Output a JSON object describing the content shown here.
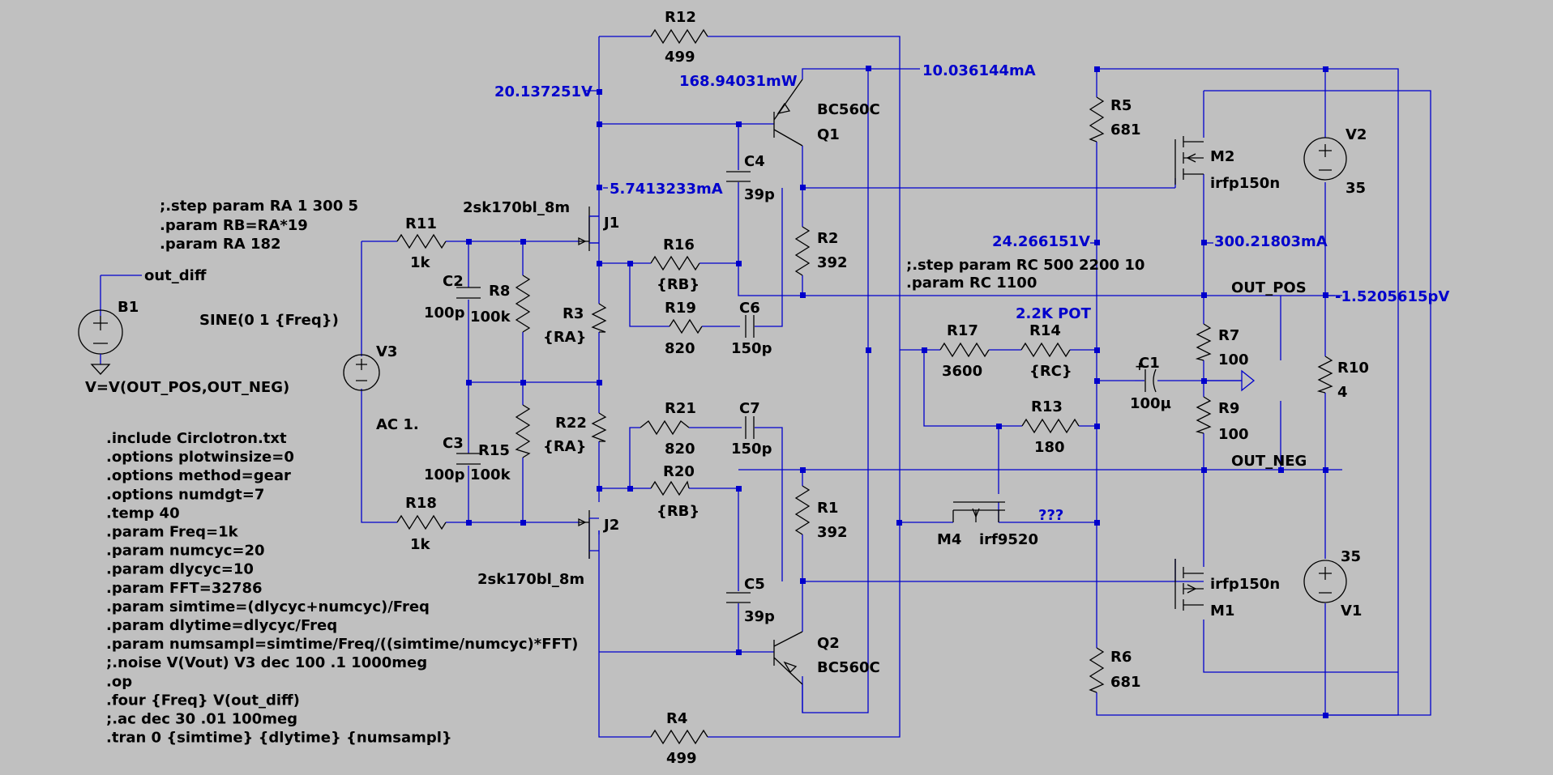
{
  "colors": {
    "background": "#c0c0c0",
    "wire": "#0000cc",
    "component": "#000000",
    "annotation": "#0000cc"
  },
  "resistors": {
    "R12": {
      "name": "R12",
      "value": "499"
    },
    "R4": {
      "name": "R4",
      "value": "499"
    },
    "R11": {
      "name": "R11",
      "value": "1k"
    },
    "R18": {
      "name": "R18",
      "value": "1k"
    },
    "R8": {
      "name": "R8",
      "value": "100k"
    },
    "R15": {
      "name": "R15",
      "value": "100k"
    },
    "R3": {
      "name": "R3",
      "value": "{RA}"
    },
    "R22": {
      "name": "R22",
      "value": "{RA}"
    },
    "R16": {
      "name": "R16",
      "value": "{RB}"
    },
    "R20": {
      "name": "R20",
      "value": "{RB}"
    },
    "R19": {
      "name": "R19",
      "value": "820"
    },
    "R21": {
      "name": "R21",
      "value": "820"
    },
    "R2": {
      "name": "R2",
      "value": "392"
    },
    "R1": {
      "name": "R1",
      "value": "392"
    },
    "R5": {
      "name": "R5",
      "value": "681"
    },
    "R6": {
      "name": "R6",
      "value": "681"
    },
    "R17": {
      "name": "R17",
      "value": "3600"
    },
    "R14": {
      "name": "R14",
      "value": "{RC}"
    },
    "R13": {
      "name": "R13",
      "value": "180"
    },
    "R7": {
      "name": "R7",
      "value": "100"
    },
    "R9": {
      "name": "R9",
      "value": "100"
    },
    "R10": {
      "name": "R10",
      "value": "4"
    }
  },
  "capacitors": {
    "C2": {
      "name": "C2",
      "value": "100p"
    },
    "C3": {
      "name": "C3",
      "value": "100p"
    },
    "C4": {
      "name": "C4",
      "value": "39p"
    },
    "C5": {
      "name": "C5",
      "value": "39p"
    },
    "C6": {
      "name": "C6",
      "value": "150p"
    },
    "C7": {
      "name": "C7",
      "value": "150p"
    },
    "C1": {
      "name": "C1",
      "value": "100µ"
    }
  },
  "transistors": {
    "Q1": {
      "name": "Q1",
      "model": "BC560C"
    },
    "Q2": {
      "name": "Q2",
      "model": "BC560C"
    },
    "J1": {
      "name": "J1",
      "model": "2sk170bl_8m"
    },
    "J2": {
      "name": "J2",
      "model": "2sk170bl_8m"
    },
    "M1": {
      "name": "M1",
      "model": "irfp150n"
    },
    "M2": {
      "name": "M2",
      "model": "irfp150n"
    },
    "M4": {
      "name": "M4",
      "model": "irf9520"
    }
  },
  "sources": {
    "V1": {
      "name": "V1",
      "value": "35"
    },
    "V2": {
      "name": "V2",
      "value": "35"
    },
    "V3": {
      "name": "V3",
      "value": "AC 1."
    },
    "V3_fn": "SINE(0 1 {Freq})",
    "B1": {
      "name": "B1",
      "expr": "V=V(OUT_POS,OUT_NEG)",
      "net": "out_diff"
    }
  },
  "nets": {
    "out_pos": "OUT_POS",
    "out_neg": "OUT_NEG"
  },
  "annotations": {
    "v_top": "20.137251V",
    "p_q1": "168.94031mW",
    "i_top": "10.036144mA",
    "i_j1": "5.7413233mA",
    "v_mid": "24.266151V",
    "i_out": "300.21803mA",
    "v_out": "-1.5205615pV",
    "pot": "2.2K POT",
    "unknown": "???"
  },
  "directives_top": [
    ";.step param RA 1 300 5",
    ".param RB=RA*19",
    ".param RA 182"
  ],
  "directives_rc": [
    ";.step param RC  500 2200 10",
    ".param RC 1100"
  ],
  "directives_main": [
    ".include Circlotron.txt",
    ".options plotwinsize=0",
    ".options method=gear",
    ".options numdgt=7",
    ".temp 40",
    ".param Freq=1k",
    ".param numcyc=20",
    ".param dlycyc=10",
    ".param FFT=32786",
    ".param simtime=(dlycyc+numcyc)/Freq",
    ".param dlytime=dlycyc/Freq",
    ".param numsampl=simtime/Freq/((simtime/numcyc)*FFT)",
    ";.noise V(Vout) V3 dec 100 .1 1000meg",
    ".op",
    ".four {Freq} V(out_diff)",
    ";.ac dec 30 .01 100meg",
    ".tran 0 {simtime} {dlytime} {numsampl}"
  ]
}
